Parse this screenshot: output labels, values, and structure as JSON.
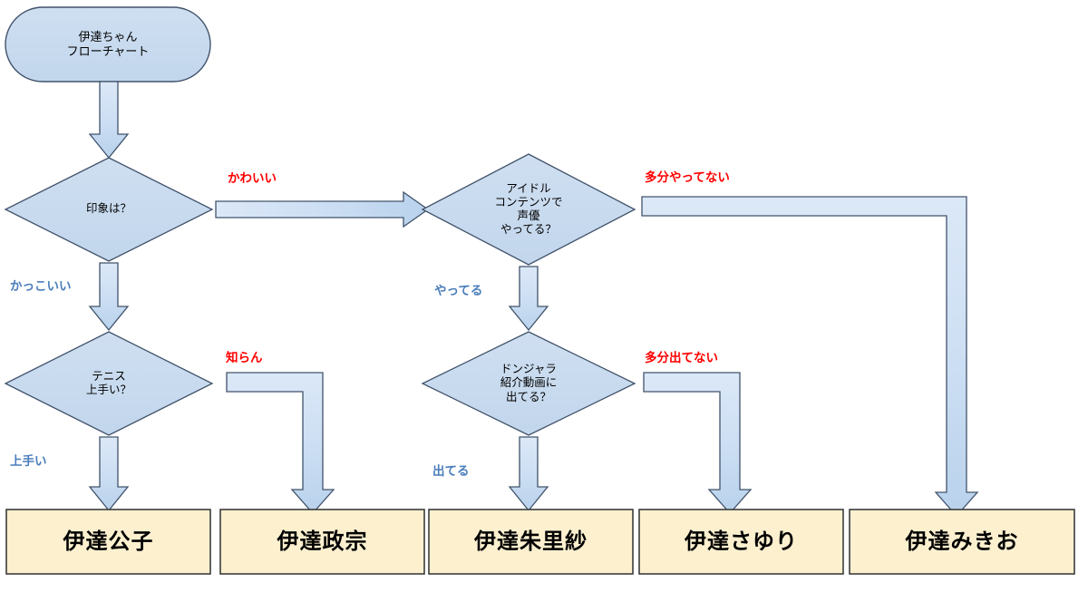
{
  "diagram": {
    "title_node": {
      "id": "start",
      "text": "伊達ちゃん\nフローチャート",
      "shape": "rounded-rectangle",
      "fill": "#c9dcf0",
      "stroke": "#41536b"
    },
    "decisions": [
      {
        "id": "impression",
        "text": "印象は？",
        "shape": "diamond",
        "fill": "#c9dcf0",
        "stroke": "#41536b"
      },
      {
        "id": "idol-seiyuu",
        "text": "アイドル\nコンテンツで\n声優\nやってる？",
        "shape": "diamond",
        "fill": "#c9dcf0",
        "stroke": "#41536b"
      },
      {
        "id": "tennis",
        "text": "テニス\n上手い？",
        "shape": "diamond",
        "fill": "#c9dcf0",
        "stroke": "#41536b"
      },
      {
        "id": "donjara",
        "text": "ドンジャラ\n紹介動画に\n出てる？",
        "shape": "diamond",
        "fill": "#c9dcf0",
        "stroke": "#41536b"
      }
    ],
    "results": [
      {
        "id": "kimiko",
        "text": "伊達公子",
        "fill": "#fcf0cf",
        "stroke": "#3c3c3c"
      },
      {
        "id": "masamune",
        "text": "伊達政宗",
        "fill": "#fcf0cf",
        "stroke": "#3c3c3c"
      },
      {
        "id": "akarisa",
        "text": "伊達朱里紗",
        "fill": "#fcf0cf",
        "stroke": "#3c3c3c"
      },
      {
        "id": "sayuri",
        "text": "伊達さゆり",
        "fill": "#fcf0cf",
        "stroke": "#3c3c3c"
      },
      {
        "id": "mikio",
        "text": "伊達みきお",
        "fill": "#fcf0cf",
        "stroke": "#3c3c3c"
      }
    ],
    "edge_labels": [
      {
        "id": "kawaii",
        "text": "かわいい",
        "color": "#ff0000"
      },
      {
        "id": "kakkoii",
        "text": "かっこいい",
        "color": "#4a7ebb"
      },
      {
        "id": "tabun-yattenai",
        "text": "多分やってない",
        "color": "#ff0000"
      },
      {
        "id": "yatteru",
        "text": "やってる",
        "color": "#4a7ebb"
      },
      {
        "id": "shiran",
        "text": "知らん",
        "color": "#ff0000"
      },
      {
        "id": "umai",
        "text": "上手い",
        "color": "#4a7ebb"
      },
      {
        "id": "tabun-detenai",
        "text": "多分出てない",
        "color": "#ff0000"
      },
      {
        "id": "deteru",
        "text": "出てる",
        "color": "#4a7ebb"
      }
    ],
    "colors": {
      "arrow_fill_light": "#dce9f7",
      "arrow_fill_dark": "#bcd4ee",
      "arrow_stroke": "#41536b",
      "shape_fill": "#c9dcf0",
      "shape_stroke": "#41536b",
      "result_fill": "#fcf0cf",
      "result_stroke": "#3c3c3c",
      "background": "#ffffff"
    }
  }
}
